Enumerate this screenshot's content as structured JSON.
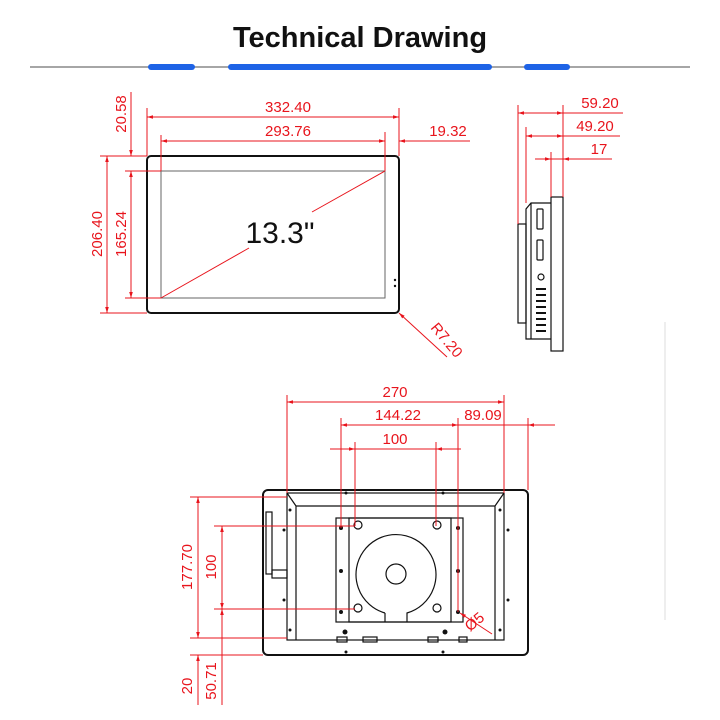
{
  "title": "Technical Drawing",
  "colors": {
    "dimension": "#e8141c",
    "accent": "#1e63e6",
    "outline": "#111111"
  },
  "front_view": {
    "screen_size": "13.3\"",
    "overall_width": "332.40",
    "screen_width": "293.76",
    "side_bezel": "19.32",
    "overall_height": "206.40",
    "screen_height": "165.24",
    "top_bezel": "20.58",
    "corner_radius": "R7.20"
  },
  "side_view": {
    "total_depth": "59.20",
    "body_depth": "49.20",
    "bezel_depth": "17"
  },
  "back_view": {
    "frame_width": "270",
    "hole_span": "144.22",
    "right_offset": "89.09",
    "vesa_horizontal": "100",
    "frame_height": "177.70",
    "vesa_vertical": "100",
    "bottom_offset": "20",
    "vesa_bottom_offset": "50.71",
    "hole_diameter": "Ø5"
  }
}
